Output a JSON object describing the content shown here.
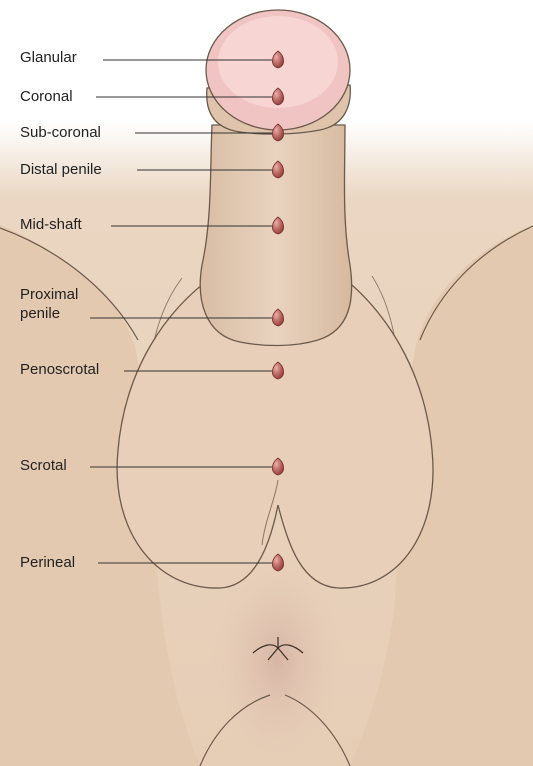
{
  "labels": [
    {
      "id": "glanular",
      "lines": [
        "Glanular"
      ]
    },
    {
      "id": "coronal",
      "lines": [
        "Coronal"
      ]
    },
    {
      "id": "sub-coronal",
      "lines": [
        "Sub-coronal"
      ]
    },
    {
      "id": "distal-penile",
      "lines": [
        "Distal penile"
      ]
    },
    {
      "id": "mid-shaft",
      "lines": [
        "Mid-shaft"
      ]
    },
    {
      "id": "proximal-penile",
      "lines": [
        "Proximal",
        "penile"
      ]
    },
    {
      "id": "penoscrotal",
      "lines": [
        "Penoscrotal"
      ]
    },
    {
      "id": "scrotal",
      "lines": [
        "Scrotal"
      ]
    },
    {
      "id": "perineal",
      "lines": [
        "Perineal"
      ]
    }
  ],
  "colors": {
    "skin": "#e8d1bb",
    "skin_shadow": "#d9bca3",
    "outline": "#6b5a4c",
    "glans": "#f3c7c6",
    "marker": "#b05a55",
    "leader": "#333333"
  }
}
